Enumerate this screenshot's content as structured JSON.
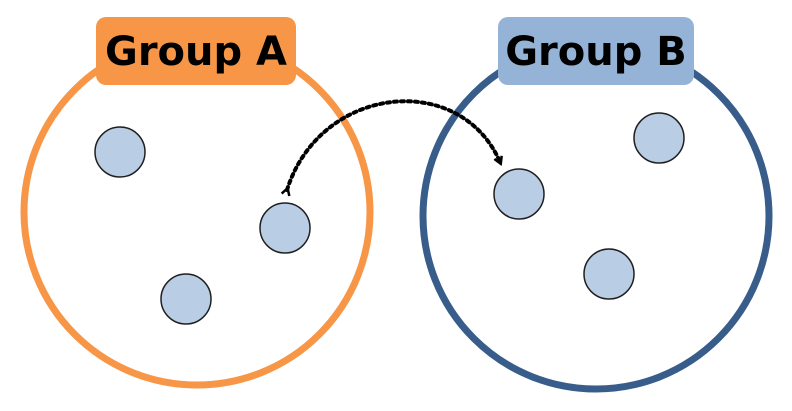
{
  "groups": [
    {
      "label": "Group A",
      "circle_color": "#F79646",
      "label_bg_color": "#F79646",
      "member_count": 3
    },
    {
      "label": "Group B",
      "circle_color": "#385D8A",
      "label_bg_color": "#95B3D7",
      "member_count": 3
    }
  ],
  "member_fill_color": "#B9CDE5",
  "member_stroke_color": "#1F1F1F",
  "connector": {
    "style": "dotted",
    "arrowheads": "both",
    "color": "#000000"
  }
}
